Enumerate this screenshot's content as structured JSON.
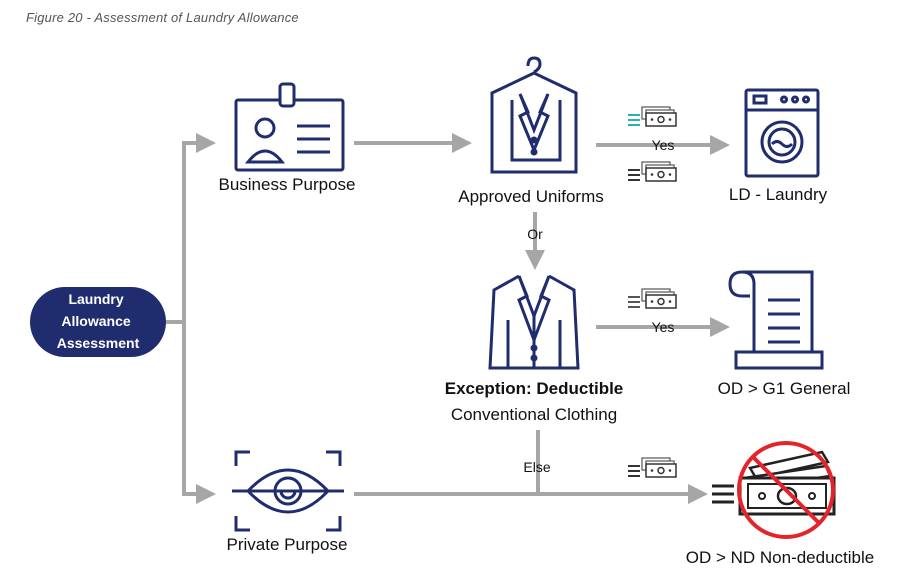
{
  "caption": "Figure 20 - Assessment of Laundry Allowance",
  "colors": {
    "navy": "#1f2d6e",
    "arrow": "#a6a6a6",
    "teal": "#2bb3a6",
    "red": "#e3242b"
  },
  "nodes": {
    "start": "Laundry Allowance Assessment",
    "business": "Business Purpose",
    "approved": "Approved Uniforms",
    "laundry": "LD - Laundry",
    "exception_title": "Exception: Deductible",
    "exception_sub": "Conventional Clothing",
    "general": "OD > G1 General",
    "private": "Private Purpose",
    "nondeductible": "OD > ND Non-deductible"
  },
  "edge_labels": {
    "yes_1": "Yes",
    "or": "Or",
    "yes_2": "Yes",
    "else": "Else"
  },
  "icons": [
    "id-card-icon",
    "suit-on-hanger-icon",
    "suit-icon",
    "washing-machine-icon",
    "document-icon",
    "eye-icon",
    "money-icon",
    "crossed-money-icon"
  ]
}
